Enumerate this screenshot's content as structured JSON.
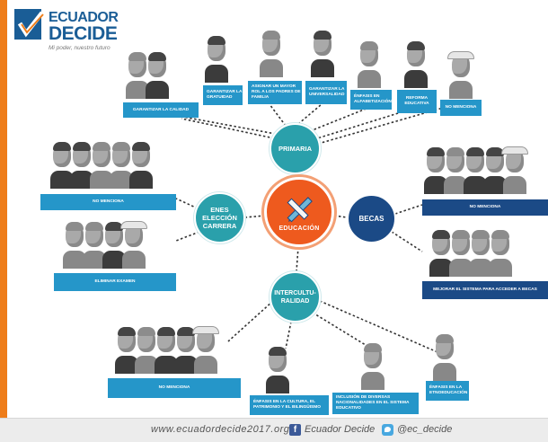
{
  "brand": {
    "name_line1": "ECUADOR",
    "name_line2": "DECIDE",
    "tagline": "Mi poder, nuestro futuro",
    "colors": {
      "orange": "#ee7d1a",
      "blue": "#1a5d96",
      "teal": "#2aa0ab",
      "navy": "#1b4a86",
      "label_blue": "#2596c9",
      "center_orange": "#ee5a1e"
    }
  },
  "center": {
    "label": "EDUCACIÓN",
    "icon": "pencil-ruler-icon"
  },
  "nodes": {
    "primaria": {
      "label": "PRIMARIA"
    },
    "enes": {
      "line1": "ENES",
      "line2": "ELECCIÓN",
      "line3": "CARRERA"
    },
    "becas": {
      "label": "BECAS"
    },
    "intercultu": {
      "line1": "INTERCULTU-",
      "line2": "RALIDAD"
    }
  },
  "labels": {
    "garantizar_calidad": "GARANTIZAR LA CALIDAD",
    "garantizar_gratuidad": "GARANTIZAR LA GRATUIDAD",
    "asignar_rol": "ASIGNAR UN MAYOR ROL A LOS PADRES DE FAMILIA",
    "garantizar_universalidad": "GARANTIZAR LA UNIVERSALIDAD",
    "enfasis_alfabetizacion": "ÉNFASIS EN ALFABETIZACIÓN",
    "reforma_educativa": "REFORMA EDUCATIVA",
    "no_menciona_top": "NO MENCIONA",
    "no_menciona_left": "NO MENCIONA",
    "eliminar_examen": "ELIMINAR EXAMEN",
    "no_menciona_becas": "NO MENCIONA",
    "mejorar_sistema": "MEJORAR EL SISTEMA PARA ACCEDER A BECAS",
    "no_menciona_bottom": "NO MENCIONA",
    "enfasis_cultura": "ÉNFASIS EN LA CULTURA, EL PATRIMONIO Y EL BILINGÜISMO",
    "inclusion_nacionalidades": "INCLUSIÓN DE DIVERSAS NACIONALIDADES EN EL SISTEMA EDUCATIVO",
    "enfasis_etnoeducacion": "ÉNFASIS EN LA ETNOEDUCACIÓN"
  },
  "footer": {
    "url": "www.ecuadordecide2017.org",
    "facebook": "Ecuador Decide",
    "twitter": "@ec_decide"
  }
}
